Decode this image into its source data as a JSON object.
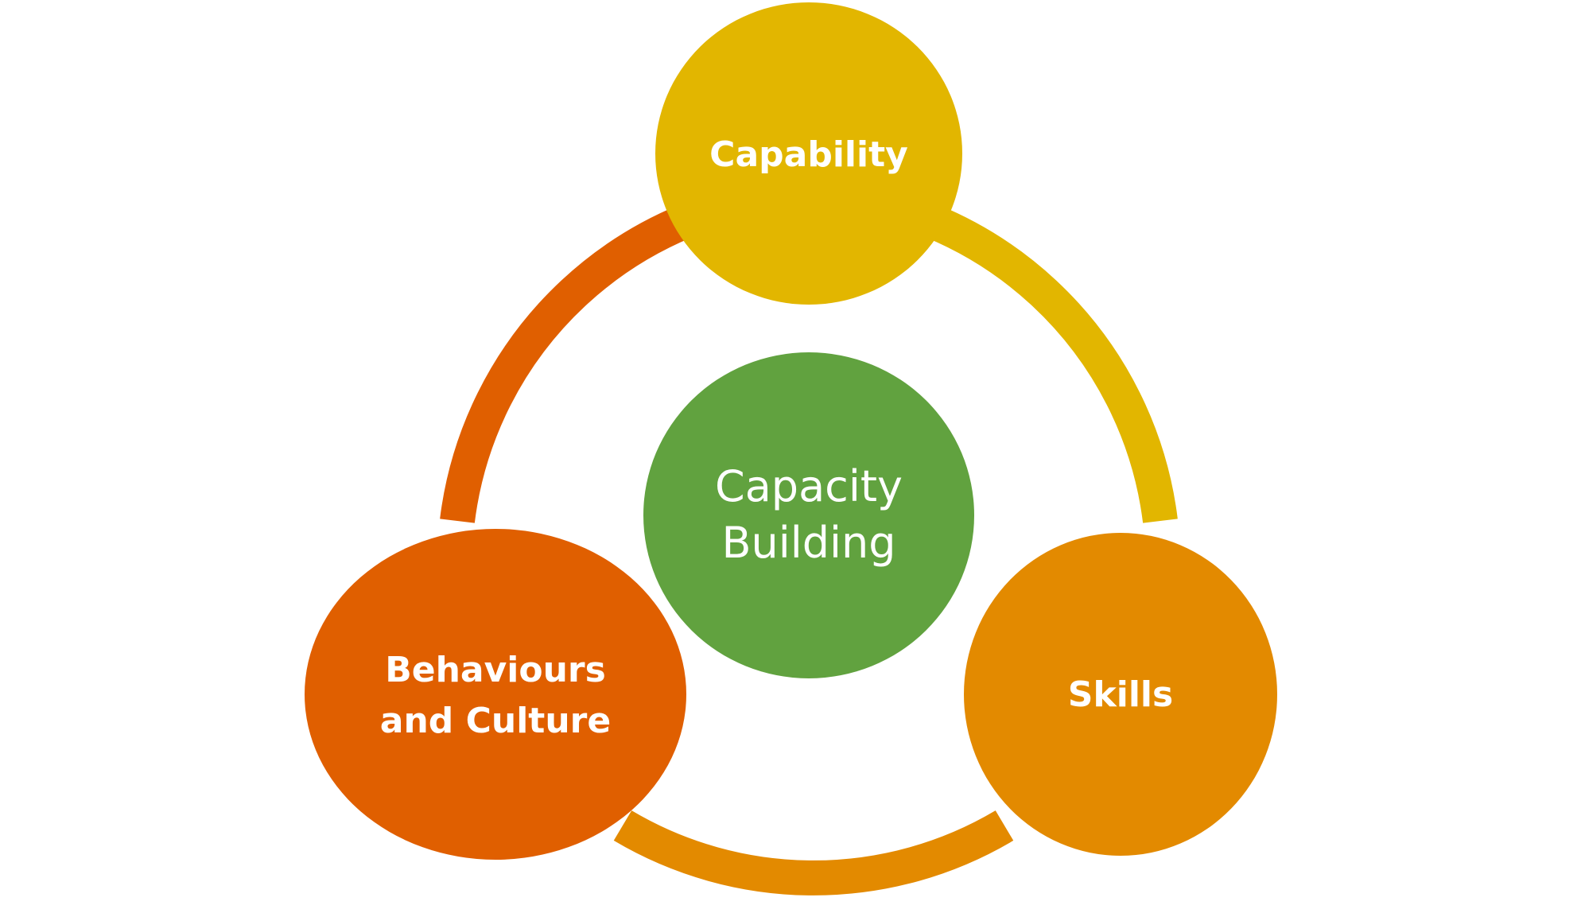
{
  "diagram": {
    "center": {
      "label_line1": "Capacity",
      "label_line2": "Building",
      "color": "#61A23F"
    },
    "top": {
      "label": "Capability",
      "color": "#E2B600"
    },
    "right": {
      "label": "Skills",
      "color": "#E38A00"
    },
    "left": {
      "label_line1": "Behaviours",
      "label_line2": "and Culture",
      "color": "#E05F00"
    },
    "connectors": {
      "left_arc_color": "#E05F00",
      "right_arc_color": "#E2B600",
      "bottom_arc_color": "#E38A00"
    }
  }
}
